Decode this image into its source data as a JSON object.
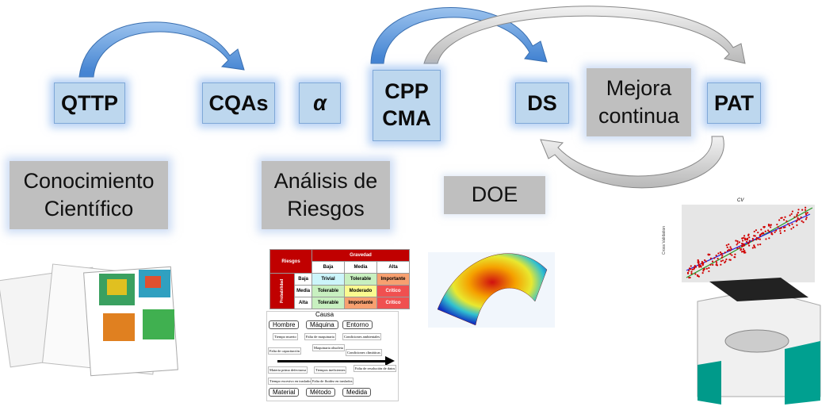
{
  "nodes": {
    "qttp": "QTTP",
    "cqas": "CQAs",
    "alpha": "α",
    "cpp": "CPP",
    "cma": "CMA",
    "ds": "DS",
    "mejora_line1": "Mejora",
    "mejora_line2": "continua",
    "pat": "PAT",
    "conocimiento_line1": "Conocimiento",
    "conocimiento_line2": "Científico",
    "analisis_line1": "Análisis de",
    "analisis_line2": "Riesgos",
    "doe": "DOE"
  },
  "risk_matrix": {
    "corner": "Riesgos",
    "gravedad": "Gravedad",
    "probabilidad": "Probabilidad",
    "columns": [
      "Baja",
      "Media",
      "Alta"
    ],
    "rows": [
      {
        "label": "Baja",
        "cells": [
          "Trivial",
          "Tolerable",
          "Importante"
        ]
      },
      {
        "label": "Media",
        "cells": [
          "Tolerable",
          "Moderado",
          "Crítico"
        ]
      },
      {
        "label": "Alta",
        "cells": [
          "Tolerable",
          "Importante",
          "Crítico"
        ]
      }
    ]
  },
  "fishbone": {
    "title": "Causa",
    "top": [
      "Hombre",
      "Máquina",
      "Entorno"
    ],
    "bottom": [
      "Material",
      "Método",
      "Medida"
    ],
    "causes": [
      "Tiempo muerto",
      "Falta de maquinaria",
      "Condiciones ambientales",
      "Falta de capacitación",
      "Maquinaria obsoleta",
      "Condiciones climáticas",
      "Materia prima defectuosa",
      "Tiempos ineficientes",
      "Falta de resolución de datos",
      "Tiempo excesivo en traslados",
      "Falta de fluidez en traslados"
    ]
  },
  "scatter": {
    "title": "CV",
    "ylabel": "Cross Validation"
  },
  "colors": {
    "box_blue": "#bdd7ee",
    "box_gray": "#bfbfbf",
    "arrow_blue": "#4f8fd8",
    "arrow_gray": "#c8c8c8",
    "risk_header": "#c00000"
  }
}
